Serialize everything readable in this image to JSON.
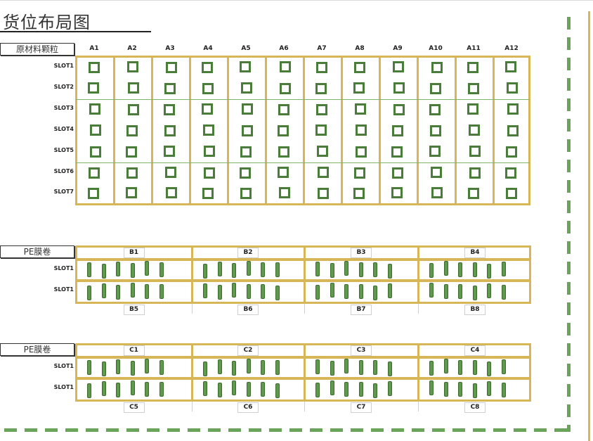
{
  "title": "货位布局图",
  "raw_material": {
    "label": "原材料颗粒",
    "columns": [
      "A1",
      "A2",
      "A3",
      "A4",
      "A5",
      "A6",
      "A7",
      "A8",
      "A9",
      "A10",
      "A11",
      "A12"
    ],
    "slots": [
      "SLOT1",
      "SLOT2",
      "SLOT3",
      "SLOT4",
      "SLOT5",
      "SLOT6",
      "SLOT7"
    ]
  },
  "pe_film_b": {
    "label": "PE膜卷",
    "top_cells": [
      "B1",
      "B2",
      "B3",
      "B4"
    ],
    "bottom_cells": [
      "B5",
      "B6",
      "B7",
      "B8"
    ],
    "slots": [
      "SLOT1",
      "SLOT1"
    ]
  },
  "pe_film_c": {
    "label": "PE膜卷",
    "top_cells": [
      "C1",
      "C2",
      "C3",
      "C4"
    ],
    "bottom_cells": [
      "C5",
      "C6",
      "C7",
      "C8"
    ],
    "slots": [
      "SLOT1",
      "SLOT1"
    ]
  },
  "colors": {
    "rack_border": "#d6b656",
    "bin_green": "#4a7c3a",
    "dashed_boundary": "#6aa35a"
  }
}
